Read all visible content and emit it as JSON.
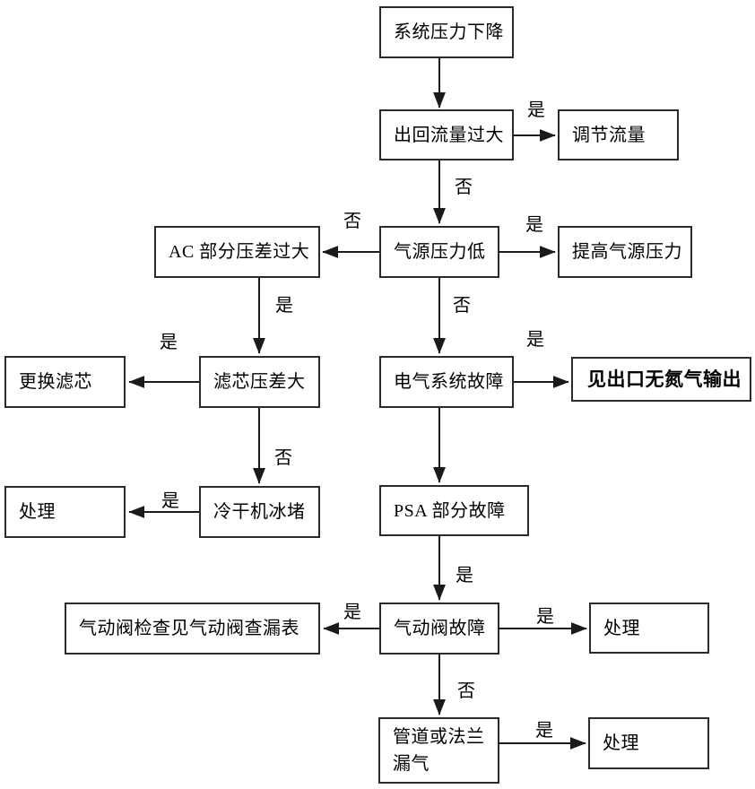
{
  "diagram_type": "flowchart",
  "colors": {
    "background": "#ffffff",
    "box_border": "#2a2a2a",
    "arrow_line": "#1a1a1a",
    "text": "#000000"
  },
  "nodes": [
    {
      "id": "system-pressure-drop",
      "label": "系统压力下降"
    },
    {
      "id": "in-out-flow-too-large",
      "label": "出回流量过大"
    },
    {
      "id": "adjust-flow",
      "label": "调节流量"
    },
    {
      "id": "ac-section-dp-too-large",
      "label": "AC 部分压差过大"
    },
    {
      "id": "air-source-pressure-low",
      "label": "气源压力低"
    },
    {
      "id": "raise-air-source-pressure",
      "label": "提高气源压力"
    },
    {
      "id": "replace-filter-element",
      "label": "更换滤芯"
    },
    {
      "id": "filter-dp-large",
      "label": "滤芯压差大"
    },
    {
      "id": "electrical-system-fault",
      "label": "电气系统故障"
    },
    {
      "id": "see-outlet-no-nitrogen-output",
      "label": "见出口无氮气输出",
      "bold": true
    },
    {
      "id": "handle-1",
      "label": "处理"
    },
    {
      "id": "refrigerated-dryer-ice-block",
      "label": "冷干机冰堵"
    },
    {
      "id": "psa-section-fault",
      "label": "PSA 部分故障"
    },
    {
      "id": "pneumatic-valve-check-see-leak-table",
      "label": "气动阀检查见气动阀查漏表"
    },
    {
      "id": "pneumatic-valve-fault",
      "label": "气动阀故障"
    },
    {
      "id": "handle-2",
      "label": "处理"
    },
    {
      "id": "pipe-or-flange-leak",
      "label": "管道或法兰漏气"
    },
    {
      "id": "handle-3",
      "label": "处理"
    }
  ],
  "edges": [
    {
      "from": "系统压力下降",
      "to": "出回流量过大",
      "label": ""
    },
    {
      "from": "出回流量过大",
      "to": "调节流量",
      "label": "是"
    },
    {
      "from": "出回流量过大",
      "to": "气源压力低",
      "label": "否"
    },
    {
      "from": "气源压力低",
      "to": "AC 部分压差过大",
      "label": "否"
    },
    {
      "from": "气源压力低",
      "to": "提高气源压力",
      "label": "是"
    },
    {
      "from": "AC 部分压差过大",
      "to": "滤芯压差大",
      "label": "是"
    },
    {
      "from": "气源压力低",
      "to": "电气系统故障",
      "label": "否"
    },
    {
      "from": "滤芯压差大",
      "to": "更换滤芯",
      "label": "是"
    },
    {
      "from": "电气系统故障",
      "to": "见出口无氮气输出",
      "label": "是"
    },
    {
      "from": "滤芯压差大",
      "to": "冷干机冰堵",
      "label": "否"
    },
    {
      "from": "冷干机冰堵",
      "to": "处理",
      "label": "是"
    },
    {
      "from": "电气系统故障",
      "to": "PSA 部分故障",
      "label": ""
    },
    {
      "from": "PSA 部分故障",
      "to": "气动阀故障",
      "label": "是"
    },
    {
      "from": "气动阀故障",
      "to": "气动阀检查见气动阀查漏表",
      "label": "是"
    },
    {
      "from": "气动阀故障",
      "to": "处理",
      "label": "是"
    },
    {
      "from": "气动阀故障",
      "to": "管道或法兰漏气",
      "label": "否"
    },
    {
      "from": "管道或法兰漏气",
      "to": "处理",
      "label": "是"
    }
  ]
}
